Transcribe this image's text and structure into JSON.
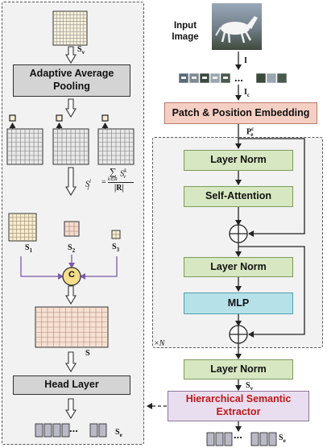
{
  "left_panel": {
    "adaptive_pooling_label": "Adaptive Average Pooling",
    "head_layer_label": "Head Layer",
    "concat_symbol": "C",
    "sv_label_main": "S",
    "sv_label_sub": "v",
    "s1_main": "S",
    "s1_sub": "1",
    "s2_main": "S",
    "s2_sub": "2",
    "s3_main": "S",
    "s3_sub": "3",
    "s_label": "S",
    "se_label_main": "S",
    "se_label_sub": "e",
    "output_dots": "...",
    "formula": {
      "lhs": "S",
      "lhs_sup": "i",
      "lhs_sub": "j",
      "eq": "=",
      "sum_sub": "k∈R",
      "num": "S",
      "num_sup": "k",
      "num_sub": "v",
      "den": "|R|"
    }
  },
  "right_panel": {
    "input_image_label": "Input Image",
    "i_label": "I",
    "ic_main": "I",
    "ic_sub": "c",
    "patches_dots": "...",
    "patch_embedding_label": "Patch & Position Embedding",
    "pe_main": "P",
    "pe_sub": "e",
    "pe_sup": "c",
    "layer_norm_1": "Layer Norm",
    "self_attention": "Self-Attention",
    "layer_norm_2": "Layer Norm",
    "mlp": "MLP",
    "repeat_label": "×N",
    "layer_norm_3": "Layer Norm",
    "sv_main": "S",
    "sv_sub": "v",
    "hse_label": "Hierarchical Semantic Extractor",
    "output_dots": "...",
    "se_main": "S",
    "se_sub": "e"
  },
  "colors": {
    "green_block": "#d7e7c1",
    "cyan_block": "#b6e1e8",
    "salmon_block": "#f6cfc4",
    "lavender_block": "#e9deef",
    "hse_text": "#c01818",
    "concat_circle": "#f5dd8c",
    "arrow_purple": "#7b5aa6"
  }
}
